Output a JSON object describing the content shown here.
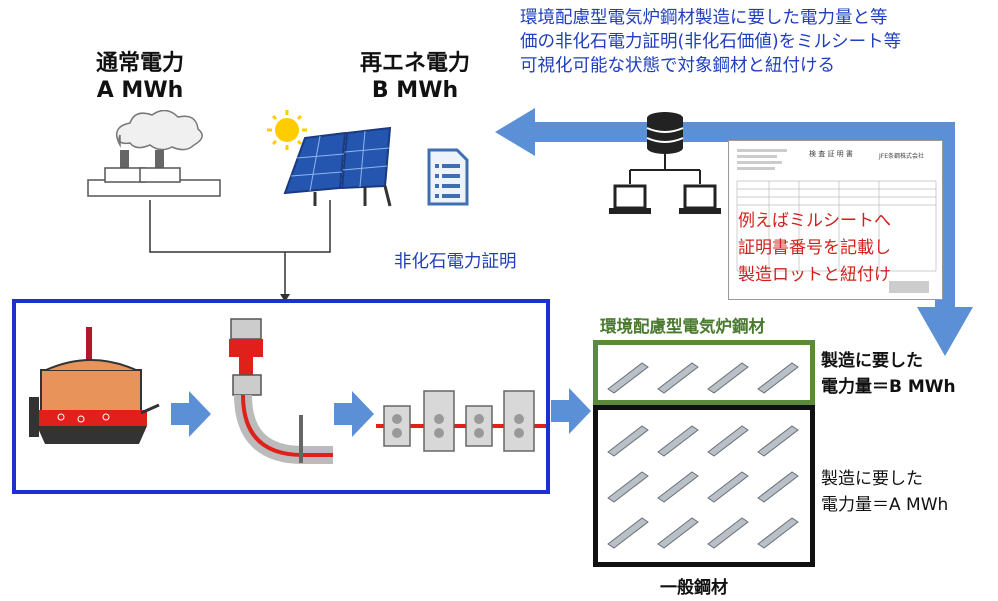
{
  "top_note": {
    "lines": [
      "環境配慮型電気炉鋼材製造に要した電力量と等",
      "価の非化石電力証明(非化石価値)をミルシート等",
      "可視化可能な状態で対象鋼材と紐付ける"
    ]
  },
  "sources": {
    "normal": {
      "line1": "通常電力",
      "line2": "A MWh",
      "icon": "factory-icon"
    },
    "renewable": {
      "line1": "再エネ電力",
      "line2": "B MWh",
      "icon": "solar-panel-icon"
    }
  },
  "certificate": {
    "label": "非化石電力証明",
    "icon": "document-icon"
  },
  "mill_sheet_note": {
    "lines": [
      "例えばミルシートへ",
      "証明書番号を記載し",
      "製造ロットと紐付け"
    ]
  },
  "mill_sheet_doc": {
    "title": "検 査 証 明 書",
    "company": "JFE条鋼株式会社"
  },
  "products": {
    "green": {
      "title": "環境配慮型電気炉鋼材",
      "energy_line1": "製造に要した",
      "energy_line2": "電力量＝B MWh"
    },
    "general": {
      "title": "一般鋼材",
      "energy_line1": "製造に要した",
      "energy_line2": "電力量＝A MWh"
    }
  },
  "colors": {
    "process_border": "#1e2fd0",
    "arrow_blue": "#5b8fd6",
    "note_blue": "#1f3fbf",
    "note_red": "#d41f1f",
    "green": "#5a8a3a"
  }
}
